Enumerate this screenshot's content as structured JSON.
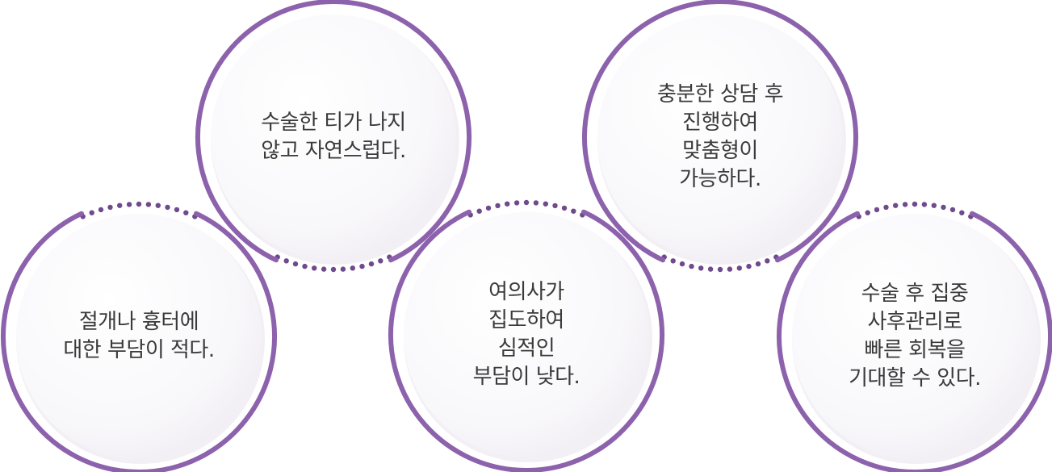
{
  "accent_color": "#8d62ad",
  "dot_color": "#6f4a8c",
  "items": [
    {
      "lines": [
        "절개나 흉터에",
        "대한 부담이 적다."
      ]
    },
    {
      "lines": [
        "수술한 티가 나지",
        "않고 자연스럽다."
      ]
    },
    {
      "lines": [
        "여의사가",
        "집도하여",
        "심적인",
        "부담이 낮다."
      ]
    },
    {
      "lines": [
        "충분한 상담 후",
        "진행하여",
        "맞춤형이",
        "가능하다."
      ]
    },
    {
      "lines": [
        "수술 후 집중",
        "사후관리로",
        "빠른 회복을",
        "기대할 수 있다."
      ]
    }
  ]
}
